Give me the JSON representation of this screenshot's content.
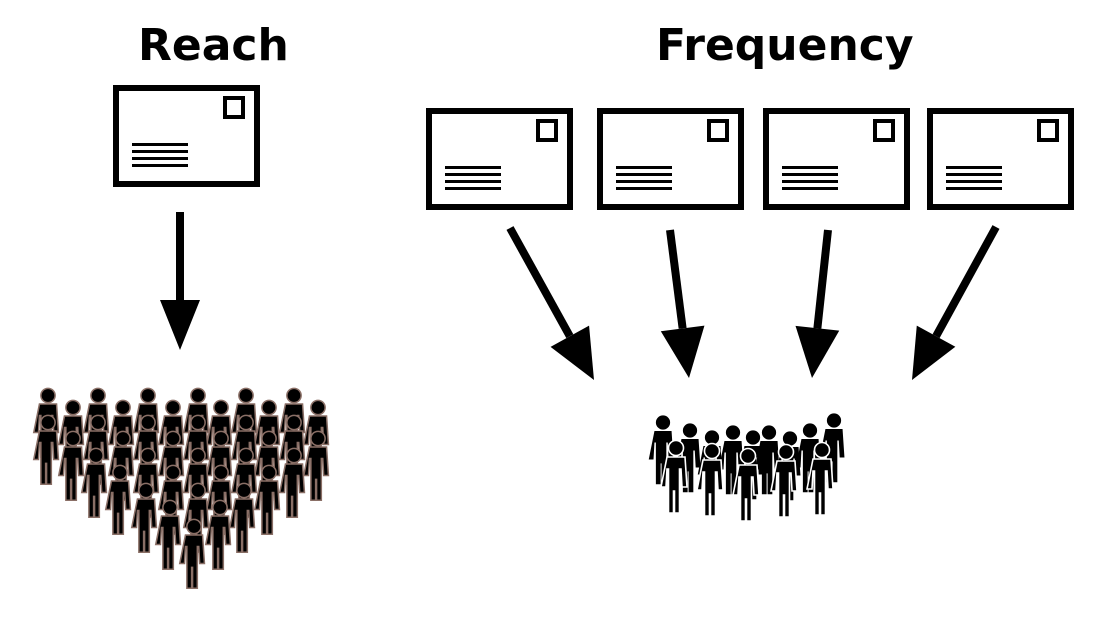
{
  "reach": {
    "title": "Reach",
    "envelope_icon": "envelope-icon",
    "arrow_icon": "arrow-down-icon",
    "crowd_icon": "large-crowd-icon",
    "envelope_count": 1
  },
  "frequency": {
    "title": "Frequency",
    "envelope_icon": "envelope-icon",
    "arrow_icon": "arrow-icon",
    "crowd_icon": "small-crowd-icon",
    "envelope_count": 4
  },
  "colors": {
    "ink": "#000000",
    "reach_crowd_outline": "#8a6f66",
    "background": "#ffffff"
  }
}
